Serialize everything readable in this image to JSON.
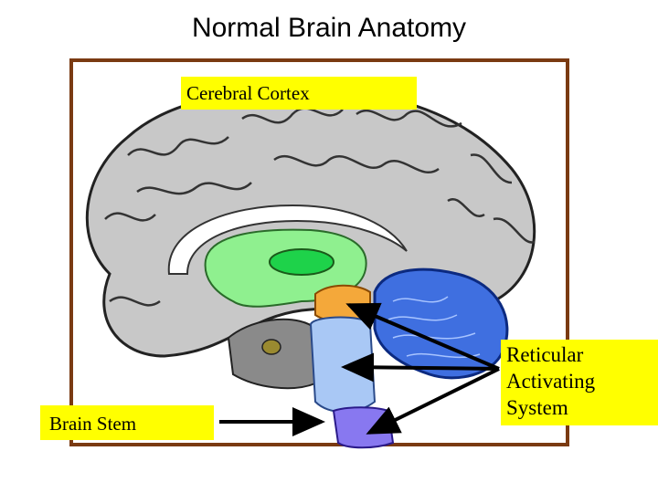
{
  "title": "Normal Brain Anatomy",
  "labels": {
    "cerebral_cortex": "Cerebral Cortex",
    "brain_stem": "Brain Stem",
    "reticular_activating_system": "Reticular Activating System"
  },
  "colors": {
    "frame": "#7a3a12",
    "label_background": "#ffff00",
    "cortex": "#c8c8c8",
    "limbic": "#8ff08f",
    "cerebellum": "#3f6fe0",
    "brainstem": "#a9c8f5",
    "medulla": "#8878f0",
    "midbrain": "#f4a83a"
  }
}
